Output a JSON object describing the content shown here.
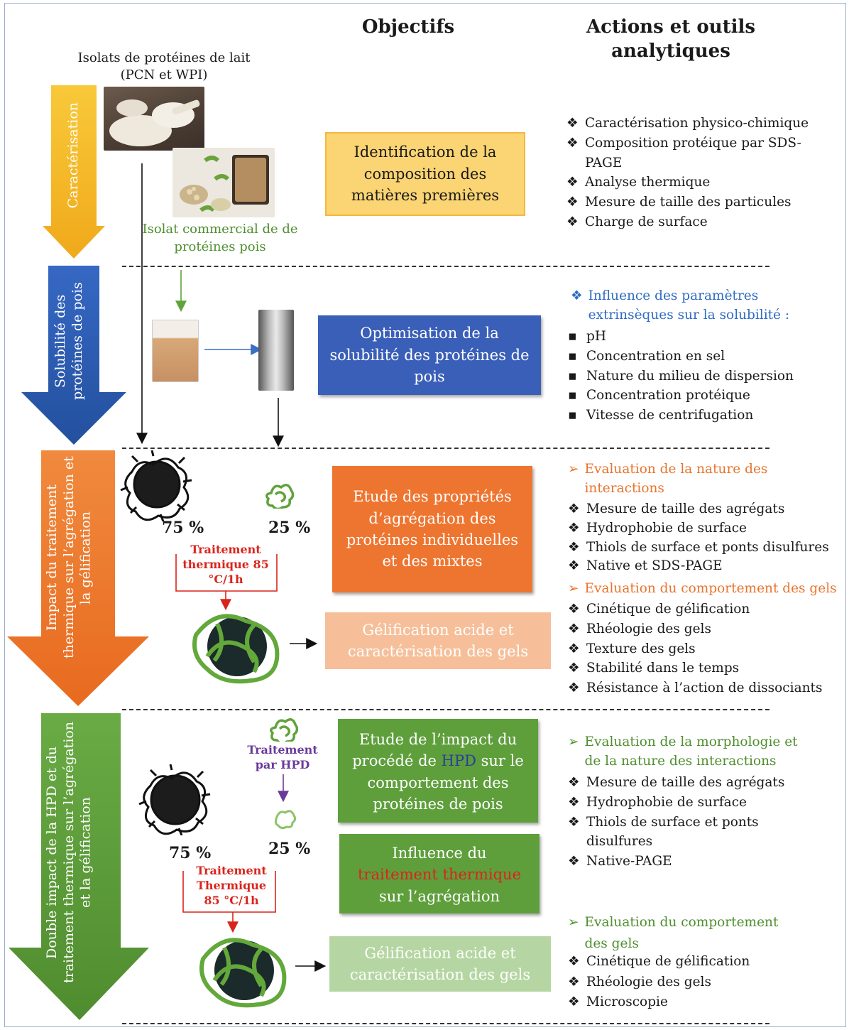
{
  "headers": {
    "objectifs": "Objectifs",
    "actions": "Actions et outils analytiques"
  },
  "stages": [
    {
      "label": "Caractérisation",
      "color": "#f3b327"
    },
    {
      "label": "Solubilité des protéines de pois",
      "color": "#2f5fb5"
    },
    {
      "label": "Impact du traitement thermique sur l’agrégation et la gélification",
      "color": "#ee7a30"
    },
    {
      "label": "Double impact de la HPD et du traitement thermique sur l’agrégation et la gélification",
      "color": "#5f9e3a"
    }
  ],
  "materials": {
    "milk_label": "Isolats de protéines de lait (PCN et WPI)",
    "pea_label": "Isolat commercial de de protéines pois"
  },
  "section1": {
    "objective": "Identification de la composition des matières premières",
    "actions": [
      "Caractérisation physico-chimique",
      "Composition protéique par SDS-PAGE",
      "Analyse thermique",
      "Mesure de taille des particules",
      "Charge de surface"
    ]
  },
  "section2": {
    "objective": "Optimisation de la solubilité des protéines de pois",
    "heading": "Influence des paramètres extrinsèques sur la solubilité :",
    "actions": [
      "pH",
      "Concentration en sel",
      "Nature du milieu de dispersion",
      "Concentration protéique",
      "Vitesse de centrifugation"
    ]
  },
  "section3": {
    "pct_left": "75 %",
    "pct_right": "25 %",
    "treatment": "Traitement thermique 85 °C/1h",
    "objective": "Etude des propriétés d’agrégation des protéines individuelles et des mixtes",
    "gel": "Gélification acide et caractérisation des gels",
    "heading1": "Evaluation de la nature des interactions",
    "actions1": [
      "Mesure de taille des agrégats",
      "Hydrophobie de surface",
      "Thiols de surface et ponts disulfures",
      "Native et SDS-PAGE"
    ],
    "heading2": "Evaluation du comportement des gels",
    "actions2": [
      "Cinétique de gélification",
      "Rhéologie des gels",
      "Texture des gels",
      "Stabilité dans le temps",
      "Résistance à l’action de dissociants"
    ]
  },
  "section4": {
    "hpd_treatment": "Traitement par HPD",
    "pct_left": "75 %",
    "pct_right": "25 %",
    "treatment_line1": "Traitement",
    "treatment_line2": "Thermique",
    "treatment_line3": "85 °C/1h",
    "objective_pre": "Etude de l’impact du procédé de",
    "objective_hpd": "HPD",
    "objective_post": "sur le comportement des protéines de pois",
    "influence_pre": "Influence du",
    "influence_red": "traitement thermique",
    "influence_post": "sur l’agrégation",
    "gel": "Gélification acide et caractérisation des gels",
    "heading1": "Evaluation de la morphologie et de la nature des interactions",
    "actions1": [
      "Mesure de taille des agrégats",
      "Hydrophobie de surface",
      "Thiols de surface et ponts disulfures",
      "Native-PAGE"
    ],
    "heading2": "Evaluation du comportement des gels",
    "actions2": [
      "Cinétique de gélification",
      "Rhéologie des gels",
      "Microscopie"
    ]
  },
  "bullets": {
    "diamond": "❖",
    "square": "▪",
    "chevron": "➢"
  }
}
